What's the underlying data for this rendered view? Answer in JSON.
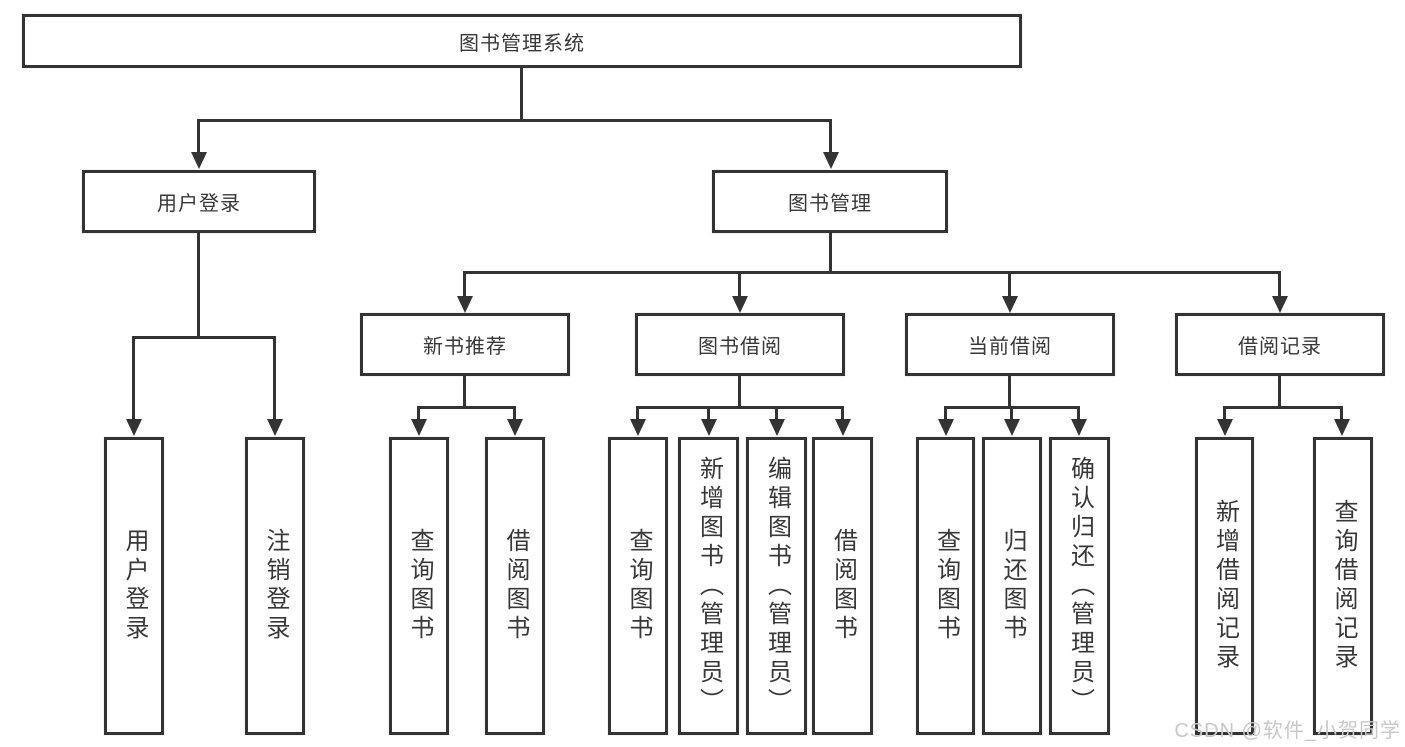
{
  "tree": {
    "root": {
      "label": "图书管理系统"
    },
    "branches": [
      {
        "label": "用户登录",
        "children": [
          {
            "label": "用户登录"
          },
          {
            "label": "注销登录"
          }
        ]
      },
      {
        "label": "图书管理",
        "children": [
          {
            "label": "新书推荐",
            "children": [
              {
                "label": "查询图书"
              },
              {
                "label": "借阅图书"
              }
            ]
          },
          {
            "label": "图书借阅",
            "children": [
              {
                "label": "查询图书"
              },
              {
                "label": "新增图书（管理员）"
              },
              {
                "label": "编辑图书（管理员）"
              },
              {
                "label": "借阅图书"
              }
            ]
          },
          {
            "label": "当前借阅",
            "children": [
              {
                "label": "查询图书"
              },
              {
                "label": "归还图书"
              },
              {
                "label": "确认归还（管理员）"
              }
            ]
          },
          {
            "label": "借阅记录",
            "children": [
              {
                "label": "新增借阅记录"
              },
              {
                "label": "查询借阅记录"
              }
            ]
          }
        ]
      }
    ]
  },
  "watermark": "CSDN @软件_小贺同学",
  "colors": {
    "line": "#333333",
    "text": "#383838",
    "watermark": "#c8c8c8",
    "background": "#ffffff"
  }
}
